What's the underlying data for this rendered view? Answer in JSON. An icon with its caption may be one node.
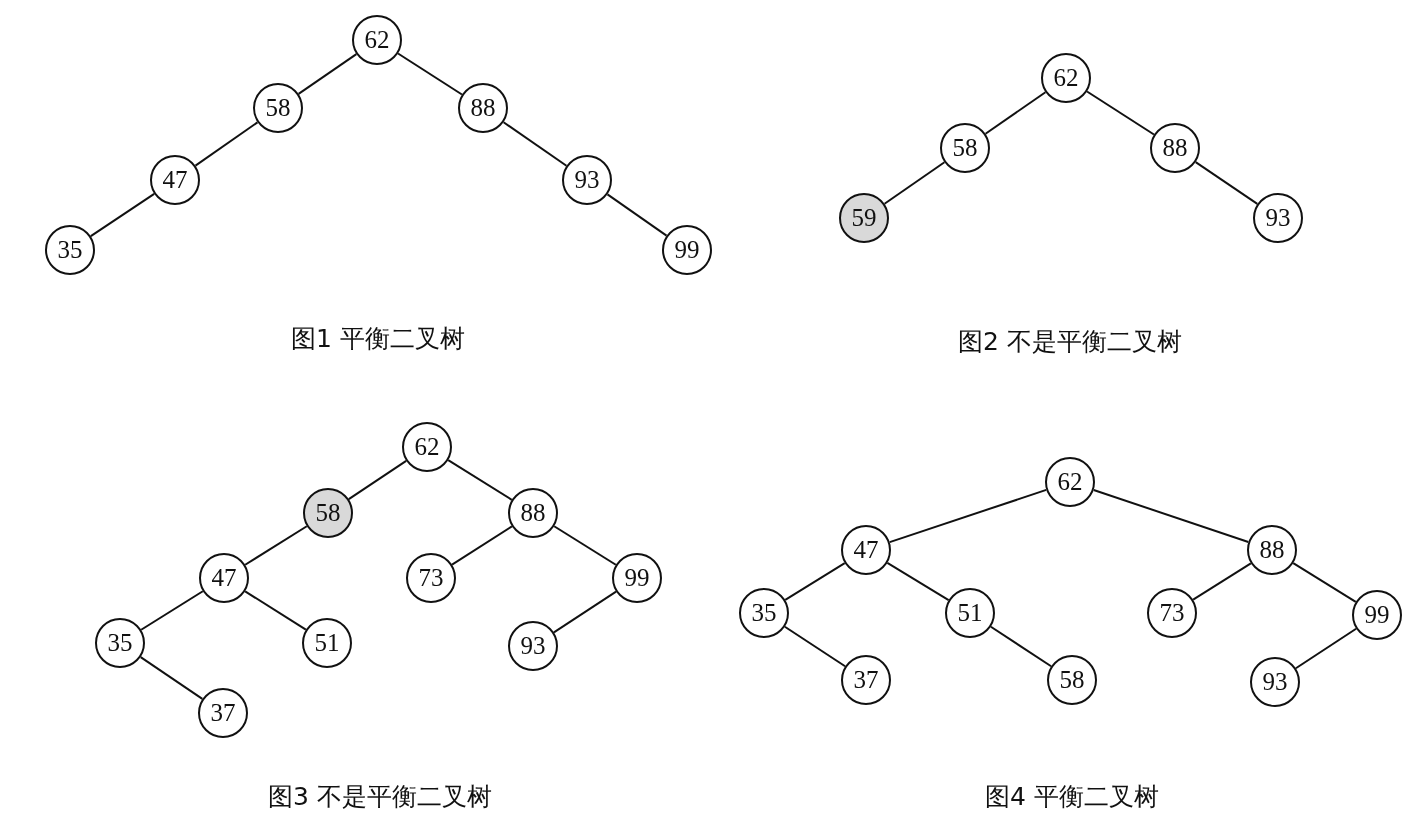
{
  "diagram": {
    "nodes": [
      {
        "text": [
          "62"
        ]
      },
      {
        "text": [
          "58"
        ]
      },
      {
        "text": [
          "88"
        ]
      },
      {
        "text": [
          "47"
        ]
      },
      {
        "text": [
          "93"
        ]
      },
      {
        "text": [
          "35"
        ]
      },
      {
        "text": [
          "99"
        ]
      },
      {
        "text": [
          "62"
        ]
      },
      {
        "text": [
          "58"
        ]
      },
      {
        "text": [
          "88"
        ]
      },
      {
        "text": [
          "59"
        ]
      },
      {
        "text": [
          "93"
        ]
      },
      {
        "text": [
          "62"
        ]
      },
      {
        "text": [
          "58"
        ]
      },
      {
        "text": [
          "88"
        ]
      },
      {
        "text": [
          "47"
        ]
      },
      {
        "text": [
          "73"
        ]
      },
      {
        "text": [
          "99"
        ]
      },
      {
        "text": [
          "35"
        ]
      },
      {
        "text": [
          "51"
        ]
      },
      {
        "text": [
          "93"
        ]
      },
      {
        "text": [
          "37"
        ]
      },
      {
        "text": [
          "62"
        ]
      },
      {
        "text": [
          "47"
        ]
      },
      {
        "text": [
          "88"
        ]
      },
      {
        "text": [
          "35"
        ]
      },
      {
        "text": [
          "51"
        ]
      },
      {
        "text": [
          "73"
        ]
      },
      {
        "text": [
          "99"
        ]
      },
      {
        "text": [
          "37"
        ]
      },
      {
        "text": [
          "58"
        ]
      },
      {
        "text": [
          "93"
        ]
      }
    ],
    "edges": [
      {
        "from": 0,
        "to": 1,
        "arrow": "none"
      },
      {
        "from": 0,
        "to": 2,
        "arrow": "none"
      },
      {
        "from": 1,
        "to": 3,
        "arrow": "none"
      },
      {
        "from": 3,
        "to": 5,
        "arrow": "none"
      },
      {
        "from": 2,
        "to": 4,
        "arrow": "none"
      },
      {
        "from": 4,
        "to": 6,
        "arrow": "none"
      },
      {
        "from": 7,
        "to": 8,
        "arrow": "none"
      },
      {
        "from": 7,
        "to": 9,
        "arrow": "none"
      },
      {
        "from": 8,
        "to": 10,
        "arrow": "none"
      },
      {
        "from": 9,
        "to": 11,
        "arrow": "none"
      },
      {
        "from": 12,
        "to": 13,
        "arrow": "none"
      },
      {
        "from": 12,
        "to": 14,
        "arrow": "none"
      },
      {
        "from": 13,
        "to": 15,
        "arrow": "none"
      },
      {
        "from": 15,
        "to": 18,
        "arrow": "none"
      },
      {
        "from": 15,
        "to": 19,
        "arrow": "none"
      },
      {
        "from": 18,
        "to": 21,
        "arrow": "none"
      },
      {
        "from": 14,
        "to": 16,
        "arrow": "none"
      },
      {
        "from": 14,
        "to": 17,
        "arrow": "none"
      },
      {
        "from": 17,
        "to": 20,
        "arrow": "none"
      },
      {
        "from": 22,
        "to": 23,
        "arrow": "none"
      },
      {
        "from": 22,
        "to": 24,
        "arrow": "none"
      },
      {
        "from": 23,
        "to": 25,
        "arrow": "none"
      },
      {
        "from": 23,
        "to": 26,
        "arrow": "none"
      },
      {
        "from": 25,
        "to": 29,
        "arrow": "none"
      },
      {
        "from": 26,
        "to": 30,
        "arrow": "none"
      },
      {
        "from": 24,
        "to": 27,
        "arrow": "none"
      },
      {
        "from": 24,
        "to": 28,
        "arrow": "none"
      },
      {
        "from": 28,
        "to": 31,
        "arrow": "none"
      }
    ],
    "labels": [
      "图1 平衡二叉树",
      "图2 不是平衡二叉树",
      "图3 不是平衡二叉树",
      "图4 平衡二叉树"
    ]
  }
}
